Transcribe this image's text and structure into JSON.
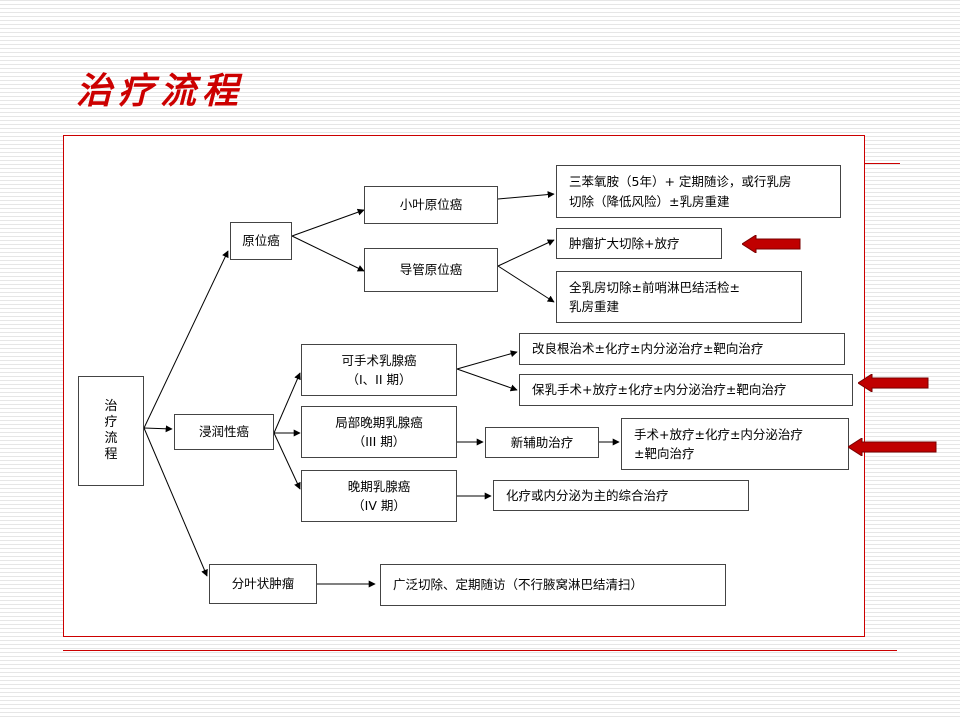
{
  "slide": {
    "title": "治疗流程"
  },
  "diagram": {
    "root": "治疗流程",
    "nodes": {
      "in_situ": "原位癌",
      "lcis": "小叶原位癌",
      "dcis": "导管原位癌",
      "lcis_treatment": [
        "三苯氧胺（5年）+ 定期随诊，或行乳房",
        "切除（降低风险）±乳房重建"
      ],
      "dcis_treatment_1": "肿瘤扩大切除+放疗",
      "dcis_treatment_2": [
        "全乳房切除±前哨淋巴结活检±",
        "乳房重建"
      ],
      "invasive": "浸润性癌",
      "operable": [
        "可手术乳腺癌",
        "（I、II 期）"
      ],
      "operable_treatment_1": "改良根治术±化疗±内分泌治疗±靶向治疗",
      "operable_treatment_2": "保乳手术+放疗±化疗±内分泌治疗±靶向治疗",
      "locally_advanced": [
        "局部晚期乳腺癌",
        "（III 期）"
      ],
      "neoadjuvant": "新辅助治疗",
      "la_treatment": [
        "手术+放疗±化疗±内分泌治疗",
        "±靶向治疗"
      ],
      "metastatic": [
        "晚期乳腺癌",
        "（IV 期）"
      ],
      "metastatic_treatment": "化疗或内分泌为主的综合治疗",
      "phyllodes": "分叶状肿瘤",
      "phyllodes_treatment": "广泛切除、定期随访（不行腋窝淋巴结清扫）"
    }
  },
  "colors": {
    "accent": "#cc0000",
    "highlight_arrow": "#c00000",
    "box_border": "#444444"
  },
  "icons": {
    "highlight": "left-pointing-block-arrow"
  }
}
